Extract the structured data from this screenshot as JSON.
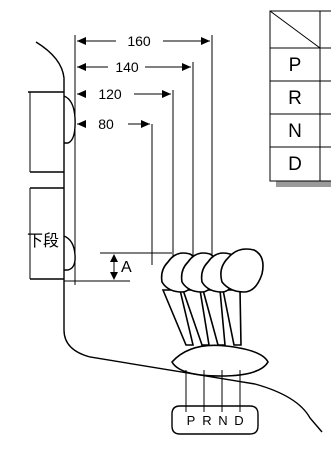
{
  "gate_dimensions": [
    "160",
    "140",
    "120",
    "80"
  ],
  "lower_step_label": "下段",
  "height_label": "A",
  "gate_letters": [
    "P",
    "R",
    "N",
    "D"
  ],
  "table": {
    "header": "",
    "rows": [
      "P",
      "R",
      "N",
      "D"
    ]
  },
  "colors": {
    "line": "#000000",
    "table_shadow": "#999999",
    "background": "#ffffff"
  }
}
